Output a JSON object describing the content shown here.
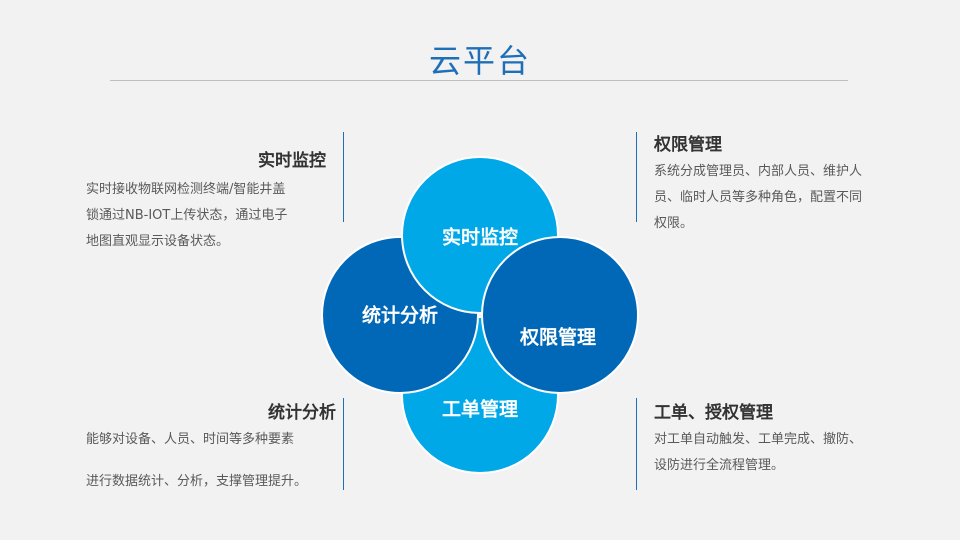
{
  "title": "云平台",
  "colors": {
    "light_blue": "#00a8e8",
    "dark_blue": "#0068b7",
    "title_blue": "#1f6fb8",
    "heading": "#333333",
    "body_text": "#595959"
  },
  "diagram": {
    "top": "实时监控",
    "left": "统计分析",
    "right": "权限管理",
    "bottom": "工单管理"
  },
  "blocks": {
    "realtime": {
      "heading": "实时监控",
      "lines": [
        "实时接收物联网检测终端/智能井盖",
        "锁通过NB-IOT上传状态，通过电子",
        "地图直观显示设备状态。"
      ]
    },
    "permission": {
      "heading": "权限管理",
      "lines": [
        "系统分成管理员、内部人员、维护人",
        "员、临时人员等多种角色，配置不同",
        "权限。"
      ]
    },
    "statistics": {
      "heading": "统计分析",
      "lines": [
        "能够对设备、人员、时间等多种要素",
        "进行数据统计、分析，支撑管理提升。"
      ]
    },
    "workorder": {
      "heading": "工单、授权管理",
      "lines": [
        "对工单自动触发、工单完成、撤防、",
        "设防进行全流程管理。"
      ]
    }
  }
}
